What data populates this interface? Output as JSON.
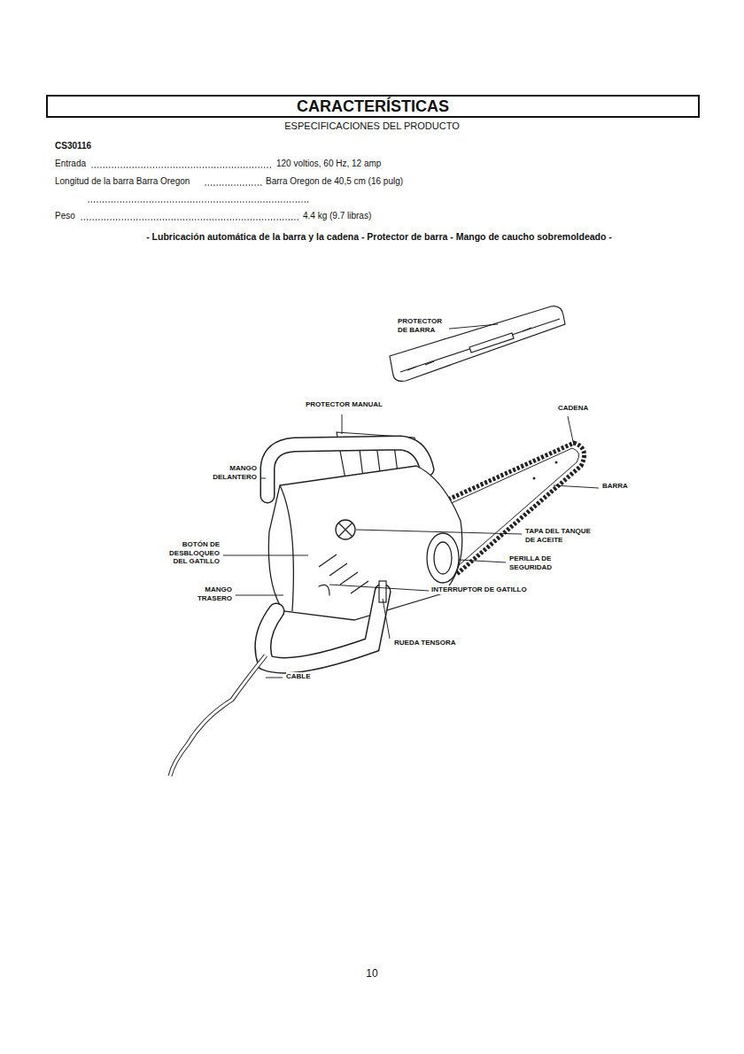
{
  "diagram": {
    "title": "CARACTERÍSTICAS",
    "labels": [
      "ESPECIFICACIONES DEL PRODUCTO",
      "CS30116",
      "Entrada",
      "120 voltios, 60 Hz, 12 amp",
      "Longitud de la barra Barra Oregon",
      "Barra Oregon de 40,5 cm (16 pulg)",
      "Peso",
      "4.4 kg (9.7 libras)",
      "- Lubricación automática de la barra y la cadena - Protector de barra - Mango de caucho sobremoldeado -",
      "PROTECTOR DE BARRA",
      "PROTECTOR MANUAL",
      "CADENA",
      "MANGO DELANTERO",
      "BARRA",
      "TAPA DEL TANQUE DE ACEITE",
      "BOTÓN DE DESBLOQUEO DEL GATILLO",
      "PERILLA DE SEGURIDAD",
      "MANGO TRASERO",
      "INTERRUPTOR DE GATILLO",
      "RUEDA TENSORA",
      "CABLE",
      "10"
    ]
  }
}
